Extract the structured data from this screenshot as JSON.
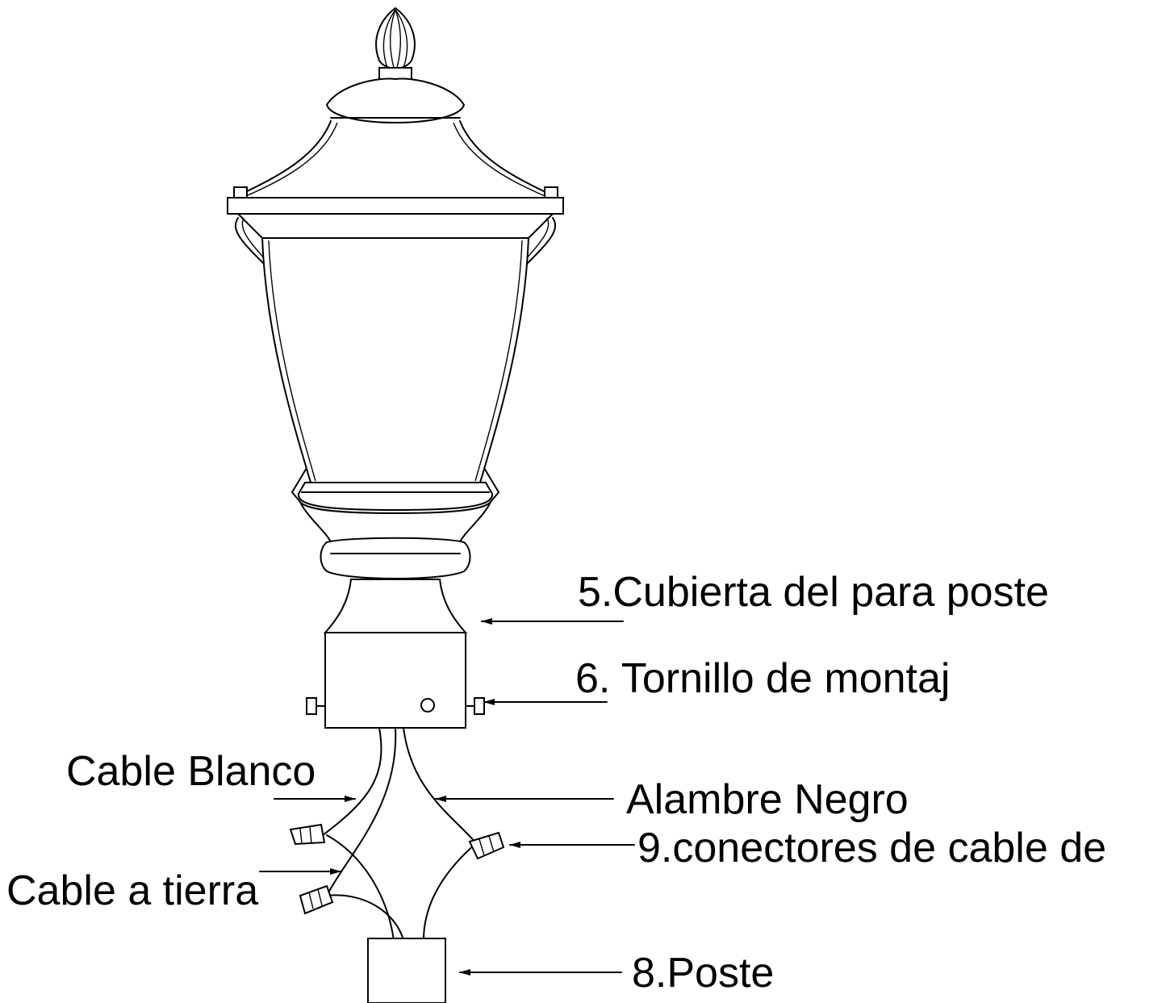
{
  "labels": {
    "cover": "5.Cubierta del para poste",
    "screw": "6. Tornillo de montaj",
    "white_wire": "Cable Blanco",
    "black_wire": "Alambre Negro",
    "connectors": "9.conectores de cable de",
    "ground_wire": "Cable a tierra",
    "post": "8.Poste"
  },
  "colors": {
    "ink": "#000000",
    "paper": "#ffffff"
  }
}
